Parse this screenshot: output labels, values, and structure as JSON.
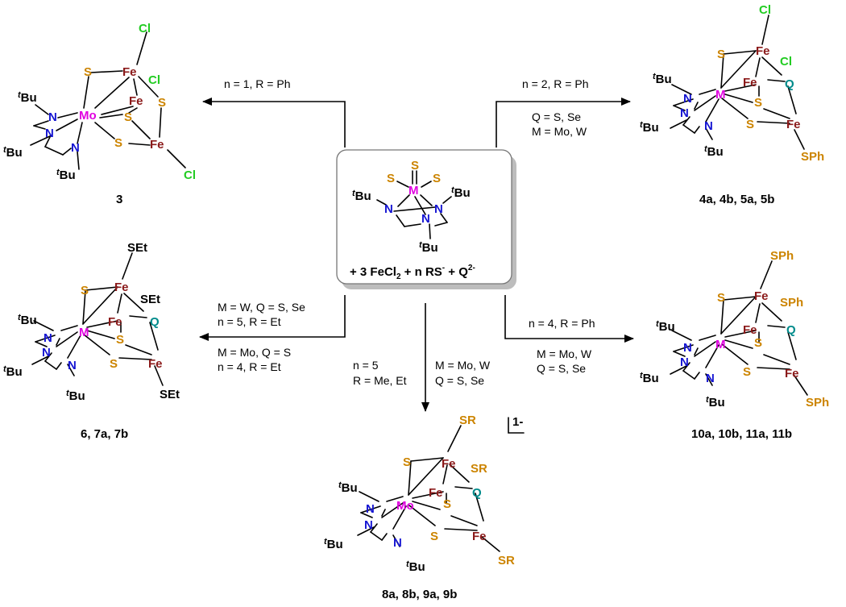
{
  "colors": {
    "S": "#cc8400",
    "Fe": "#8b1a1a",
    "Cl": "#22cc22",
    "Mo": "#e000e0",
    "M": "#e000e0",
    "N": "#1414d2",
    "Q": "#008b8b",
    "C": "#000000"
  },
  "atoms": {
    "S": "S",
    "Fe": "Fe",
    "Cl": "Cl",
    "Mo": "Mo",
    "M": "M",
    "N": "N",
    "Q": "Q",
    "t": "t",
    "Bu": "Bu",
    "SPh": "SPh",
    "SEt": "SEt",
    "SR": "SR"
  },
  "center": {
    "reagents": {
      "plus1": "+ 3 FeCl",
      "sub2": "2",
      "plus2": " + n RS",
      "sup1": "-",
      "plus3": " + Q",
      "sup2": "2-"
    }
  },
  "conditions": {
    "c3": "n = 1, R = Ph",
    "c4_1": "n = 2, R = Ph",
    "c4_2": "Q = S, Se",
    "c4_3": "M = Mo, W",
    "c6_1": "M = W, Q = S, Se",
    "c6_2": "n = 5, R = Et",
    "c6_3": "M = Mo, Q = S",
    "c6_4": "n = 4, R = Et",
    "c8_1": "n = 5",
    "c8_2": "R = Me, Et",
    "c8_3": "M = Mo, W",
    "c8_4": "Q = S, Se",
    "c10_1": "n = 4, R = Ph",
    "c10_2": "M = Mo, W",
    "c10_3": "Q = S, Se"
  },
  "labels": {
    "l3": "3",
    "l4": "4a, 4b, 5a, 5b",
    "l6": "6, 7a, 7b",
    "l8": "8a, 8b, 9a, 9b",
    "l10": "10a, 10b, 11a, 11b",
    "charge": "1-"
  }
}
